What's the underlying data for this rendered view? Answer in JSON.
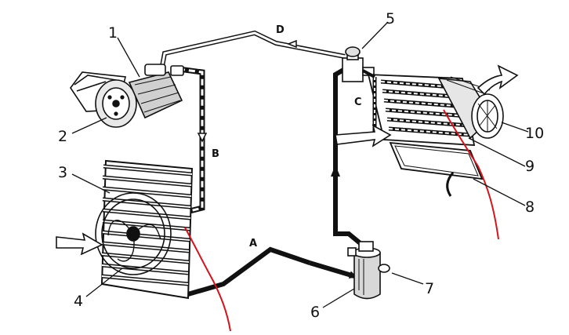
{
  "colors": {
    "ink": "#111111",
    "annotation": "#d4141c",
    "background": "#ffffff"
  },
  "labels": {
    "n1": "1",
    "n2": "2",
    "n3": "3",
    "n4": "4",
    "n5": "5",
    "n6": "6",
    "n7": "7",
    "n8": "8",
    "n9": "9",
    "n10": "10",
    "a": "A",
    "b": "B",
    "c": "C",
    "d": "D"
  }
}
